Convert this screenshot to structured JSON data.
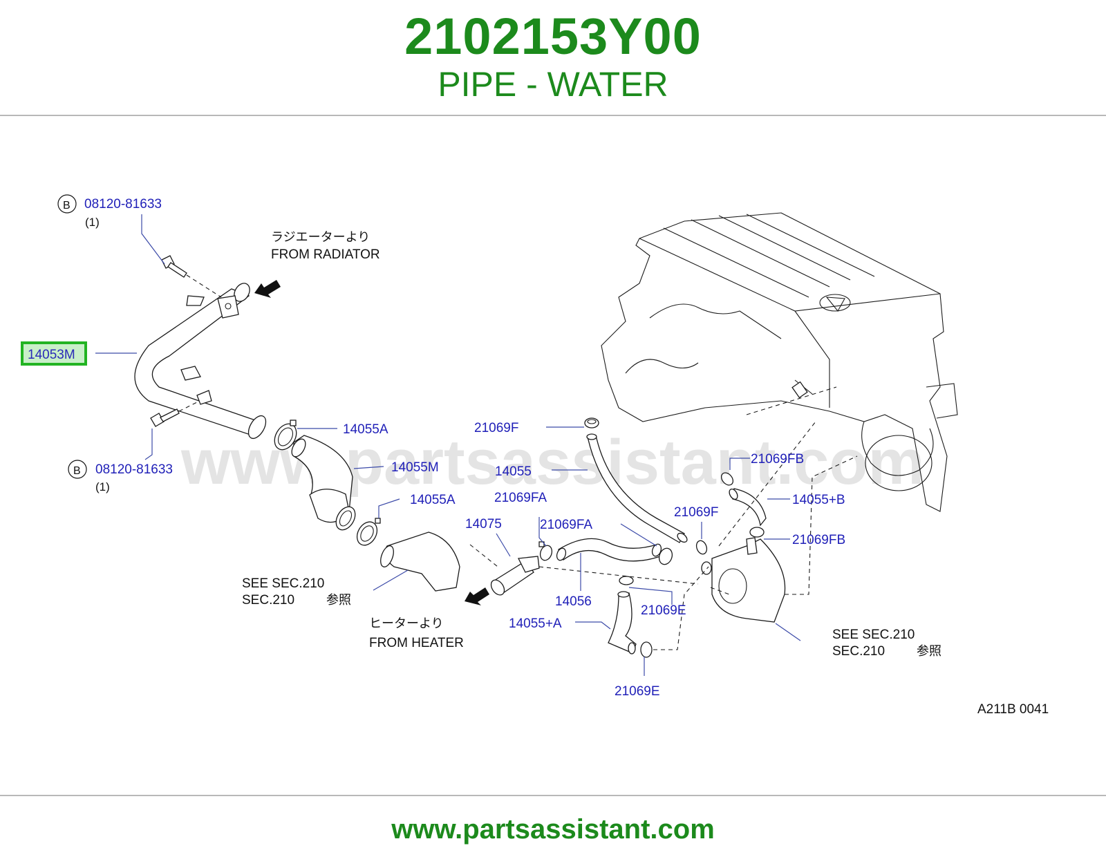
{
  "header": {
    "part_number": "2102153Y00",
    "part_name": "PIPE - WATER"
  },
  "diagram": {
    "watermark": "www.partsassistant.com",
    "labels": {
      "bolt_top_code": "08120-81633",
      "bolt_top_qty": "(1)",
      "bolt_bottom_code": "08120-81633",
      "bolt_bottom_qty": "(1)",
      "bolt_marker": "B",
      "highlighted_part": "14053M",
      "p14055A_top": "14055A",
      "p14055M": "14055M",
      "p14055A_mid": "14055A",
      "p21069F_top": "21069F",
      "p14055": "14055",
      "p21069FB_top": "21069FB",
      "p14055B": "14055+B",
      "p21069FA_left": "21069FA",
      "p21069F_right": "21069F",
      "p14075": "14075",
      "p21069FA_right": "21069FA",
      "p21069FB_bottom": "21069FB",
      "p14056": "14056",
      "p21069E_upper": "21069E",
      "p14055A_plus": "14055+A",
      "p21069E_lower": "21069E"
    },
    "notes": {
      "radiator_jp": "ラジエーターより",
      "radiator_en": "FROM   RADIATOR",
      "heater_jp": "ヒーターより",
      "heater_en": "FROM   HEATER",
      "see_left_1": "SEE   SEC.210",
      "see_left_2": "SEC.210",
      "see_left_jp": "参照",
      "see_right_1": "SEE   SEC.210",
      "see_right_2": "SEC.210",
      "see_right_jp": "参照",
      "drawing_code": "A211B   0041"
    },
    "highlight_color": "#22b422"
  },
  "footer": {
    "url": "www.partsassistant.com"
  }
}
